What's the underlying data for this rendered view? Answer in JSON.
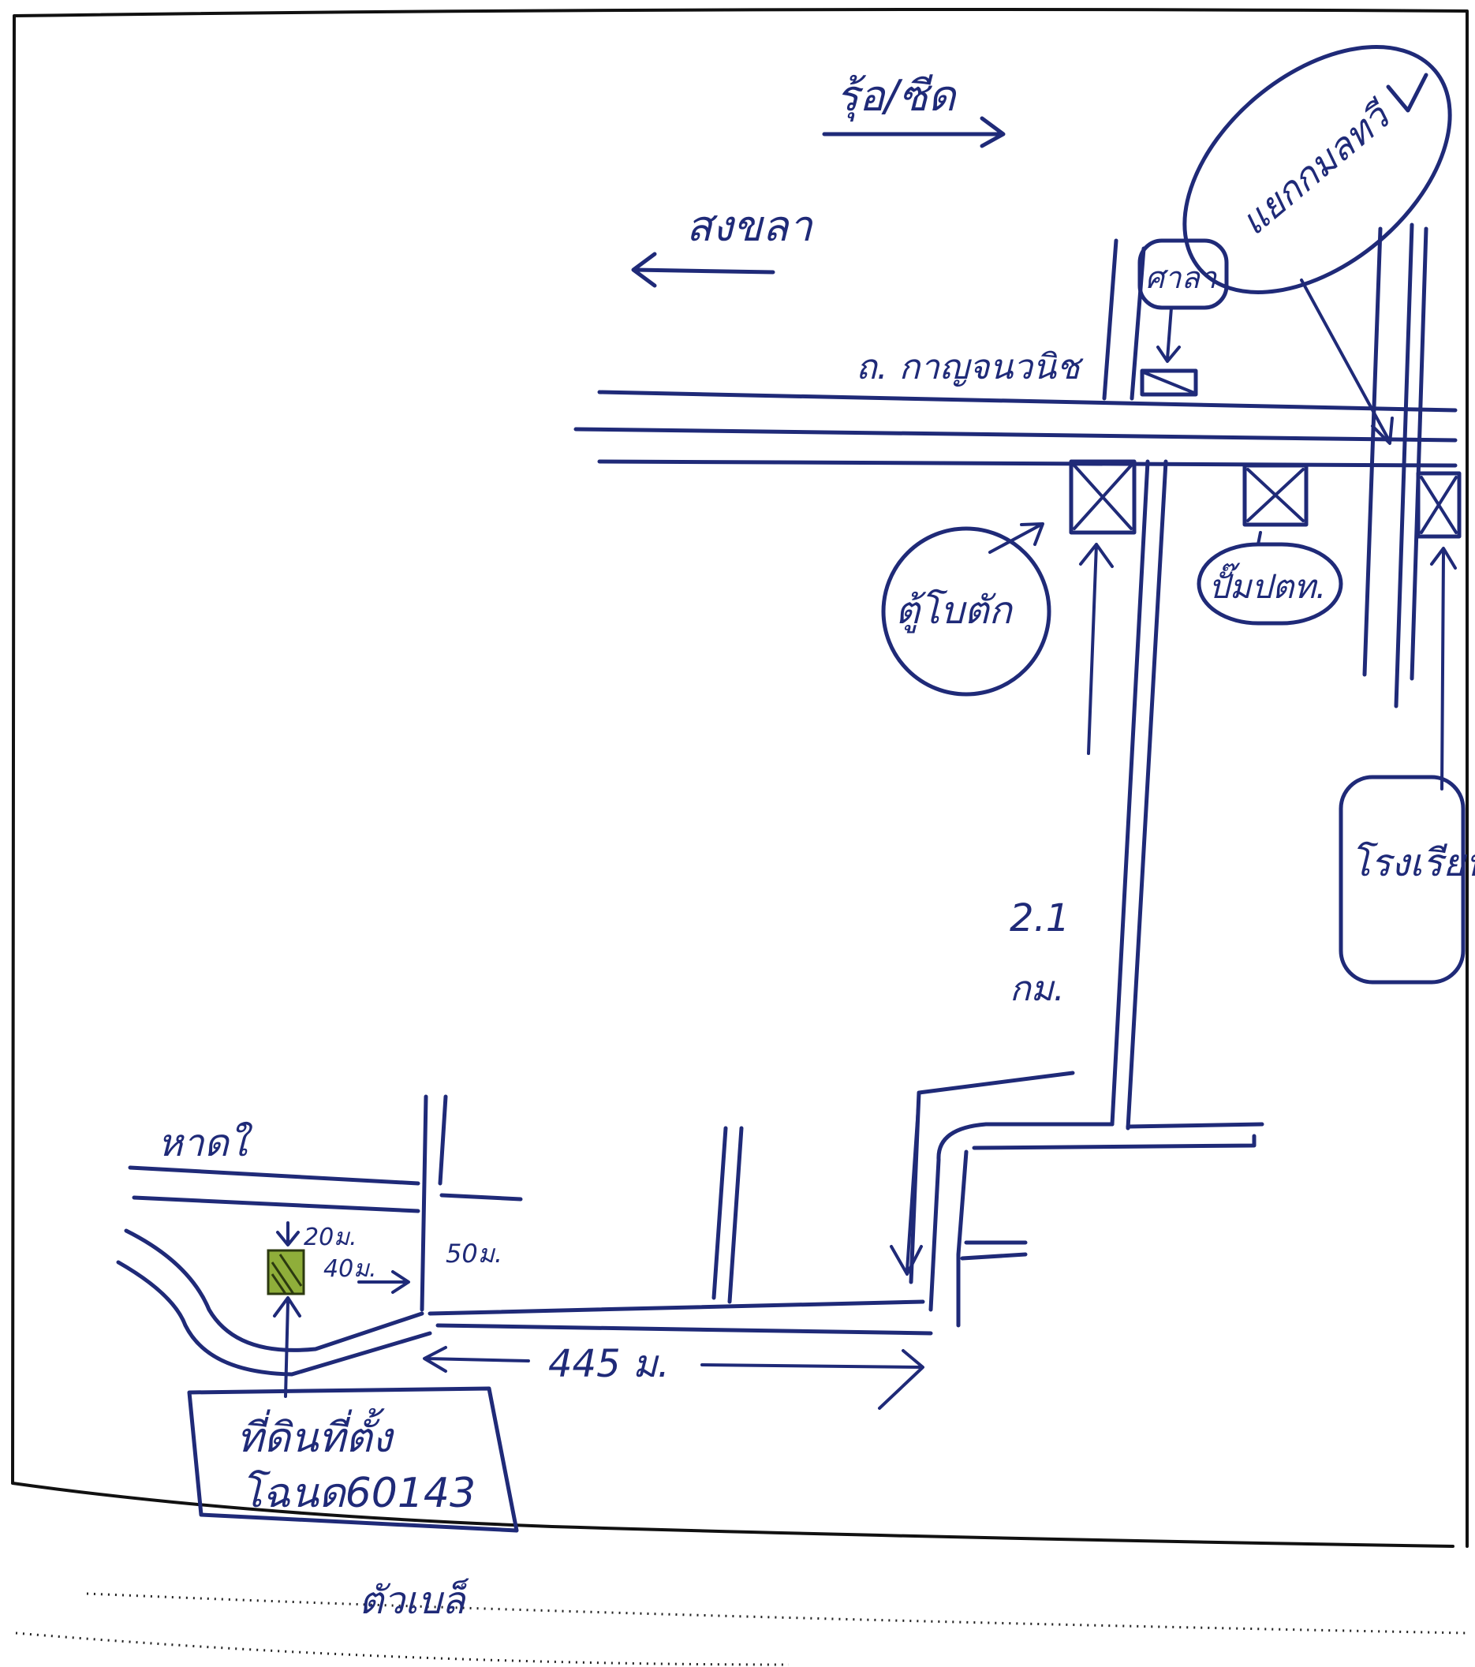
{
  "map": {
    "ink_color": "#1f2a78",
    "parcel_color": "#8fae3a",
    "direction_arrows": {
      "right": "รุ้อ/ซีด",
      "left": "สงขลา"
    },
    "main_road_label": "ถ. กาญจนวนิช",
    "landmarks": {
      "ellipse": "แยกกมลทวี",
      "top_small": "ศาลา",
      "circle_left": "ตู้โบตัก",
      "oval_center": "ปั๊มปตท.",
      "box_right": "โรงเรียนสิม"
    },
    "side_road_distance": [
      "2.1",
      "กม."
    ],
    "small_road_label": "หาดใ",
    "parcel_offsets": {
      "top": "20ม.",
      "right": "40ม.",
      "right_road": "50ม."
    },
    "distance_label": "445 ม.",
    "parcel_box": {
      "line1": "ที่ดินที่ตั้ง",
      "line2": "โฉนด60143"
    },
    "footer_text": "ตัวเบล็"
  }
}
